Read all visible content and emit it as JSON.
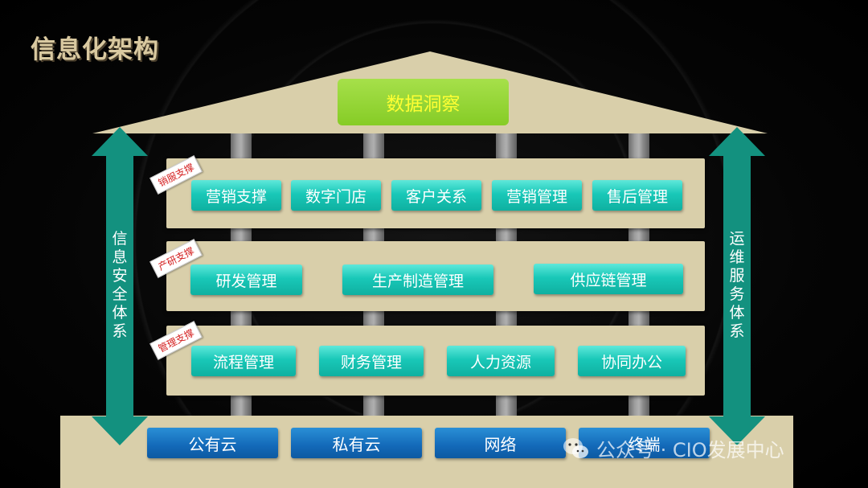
{
  "title": "信息化架构",
  "top": {
    "label": "数据洞察"
  },
  "left_arrow": {
    "label": "信息安全体系"
  },
  "right_arrow": {
    "label": "运维服务体系"
  },
  "layers": [
    {
      "tag": "销服支撑",
      "items": [
        "营销支撑",
        "数字门店",
        "客户关系",
        "营销管理",
        "售后管理"
      ]
    },
    {
      "tag": "产研支撑",
      "items": [
        "研发管理",
        "生产制造管理",
        "供应链管理"
      ]
    },
    {
      "tag": "管理支撑",
      "items": [
        "流程管理",
        "财务管理",
        "人力资源",
        "协同办公"
      ]
    }
  ],
  "foundation": {
    "items": [
      "公有云",
      "私有云",
      "网络",
      "终端"
    ]
  },
  "watermark": {
    "text": "公众号 · CIO发展中心"
  },
  "colors": {
    "background": "#000000",
    "building": "#d9cfaa",
    "title": "#d9c9a0",
    "cyan": "#19c8b8",
    "blue": "#1369b8",
    "green": "#86cc26",
    "arrow": "#13917f",
    "tag_text": "#d42020"
  }
}
